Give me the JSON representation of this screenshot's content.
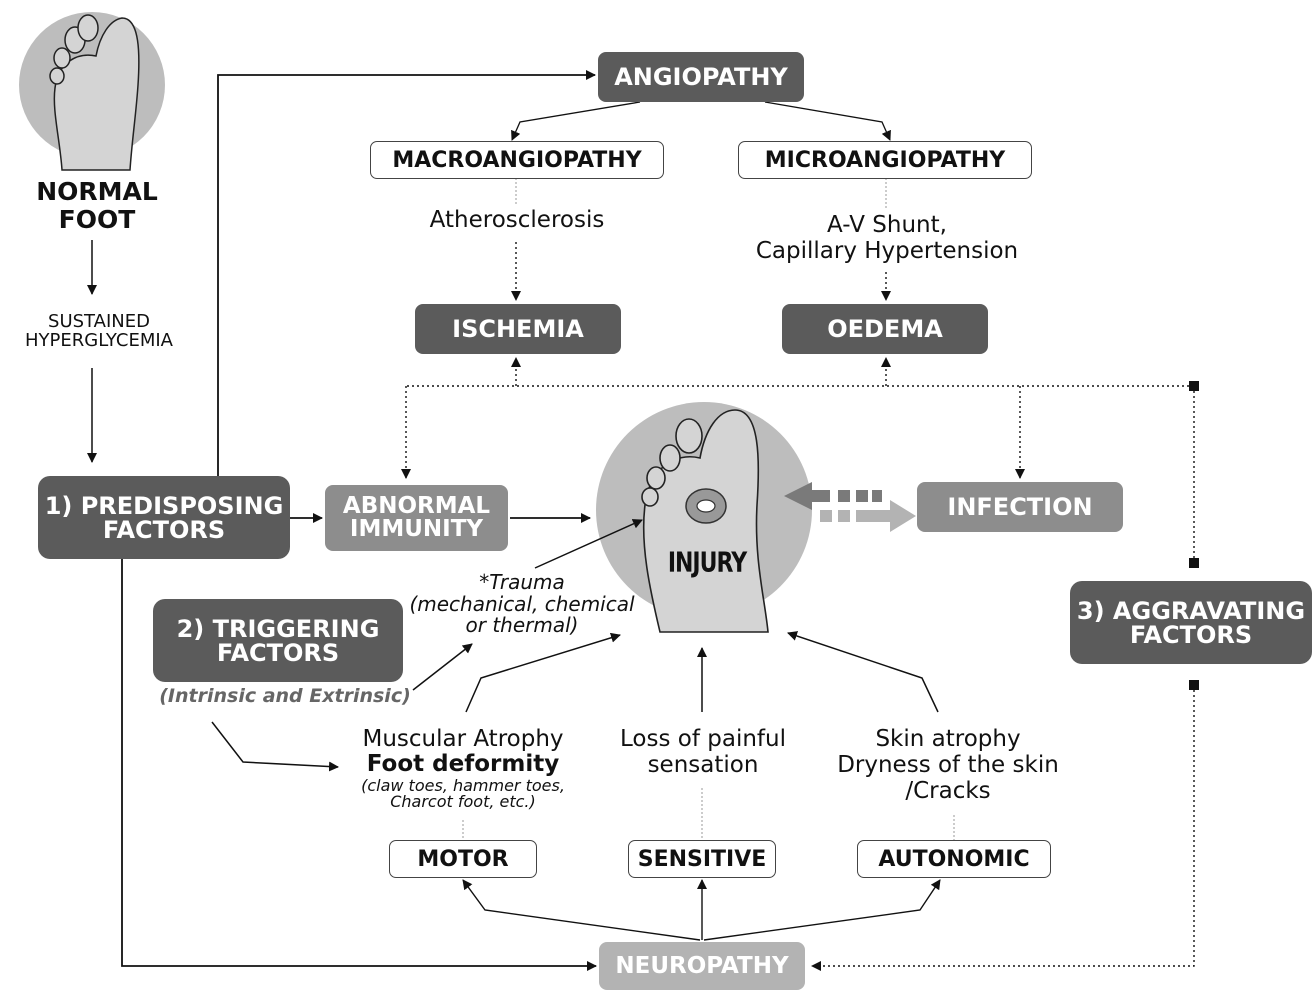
{
  "normal_foot": {
    "line1": "NORMAL",
    "line2": "FOOT"
  },
  "sustained": {
    "line1": "SUSTAINED",
    "line2": "HYPERGLYCEMIA"
  },
  "predisposing": {
    "line1": "1) PREDISPOSING",
    "line2": "FACTORS"
  },
  "angiopathy": "ANGIOPATHY",
  "macroangiopathy": "MACROANGIOPATHY",
  "microangiopathy": "MICROANGIOPATHY",
  "atherosclerosis": "Atherosclerosis",
  "av_shunt": {
    "line1": "A-V Shunt,",
    "line2": "Capillary Hypertension"
  },
  "ischemia": "ISCHEMIA",
  "oedema": "OEDEMA",
  "abnormal_immunity": {
    "line1": "ABNORMAL",
    "line2": "IMMUNITY"
  },
  "injury": "INJURY",
  "infection": "INFECTION",
  "aggravating": {
    "line1": "3) AGGRAVATING",
    "line2": "FACTORS"
  },
  "triggering": {
    "line1": "2) TRIGGERING",
    "line2": "FACTORS"
  },
  "intrinsic": "(Intrinsic and Extrinsic)",
  "trauma": {
    "line1": "*Trauma",
    "line2": "(mechanical, chemical",
    "line3": "or thermal)"
  },
  "muscular": {
    "line1": "Muscular Atrophy",
    "line2": "Foot deformity",
    "line3": "(claw toes, hammer toes,",
    "line4": "Charcot foot, etc.)"
  },
  "loss": {
    "line1": "Loss of painful",
    "line2": "sensation"
  },
  "skin": {
    "line1": "Skin atrophy",
    "line2": "Dryness of the skin",
    "line3": "/Cracks"
  },
  "motor": "MOTOR",
  "sensitive": "SENSITIVE",
  "autonomic": "AUTONOMIC",
  "neuropathy": "NEUROPATHY",
  "colors": {
    "dark_box": "#5b5b5b",
    "mid_box": "#8d8d8d",
    "light_box": "#b3b3b3",
    "circle": "#bdbdbd",
    "foot": "#d4d4d4"
  }
}
